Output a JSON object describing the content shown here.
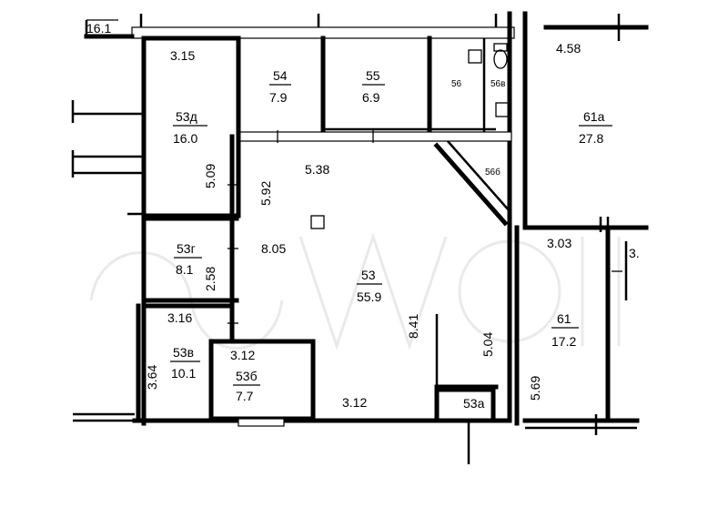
{
  "plan": {
    "rooms": {
      "r53d": {
        "number": "53д",
        "area": "16.0"
      },
      "r54": {
        "number": "54",
        "area": "7.9"
      },
      "r55": {
        "number": "55",
        "area": "6.9"
      },
      "r56": {
        "number": "56"
      },
      "r56v": {
        "number": "56в"
      },
      "r56b": {
        "number": "56б"
      },
      "r61a": {
        "number": "61а",
        "area": "27.8"
      },
      "r53g": {
        "number": "53г",
        "area": "8.1"
      },
      "r53": {
        "number": "53",
        "area": "55.9"
      },
      "r53v": {
        "number": "53в",
        "area": "10.1"
      },
      "r53b": {
        "number": "53б",
        "area": "7.7"
      },
      "r53a": {
        "number": "53а"
      },
      "r61": {
        "number": "61",
        "area": "17.2"
      },
      "r_top_left": {
        "area": "16.1"
      }
    },
    "dimensions": {
      "d_3_15": "3.15",
      "d_4_58": "4.58",
      "d_5_09": "5.09",
      "d_5_92": "5.92",
      "d_5_38": "5.38",
      "d_8_05": "8.05",
      "d_2_58": "2.58",
      "d_3_03": "3.03",
      "d_3_right": "3.",
      "d_8_41": "8.41",
      "d_3_16": "3.16",
      "d_5_04": "5.04",
      "d_3_12_top": "3.12",
      "d_3_64": "3.64",
      "d_3_12_bottom": "3.12",
      "d_5_69": "5.69"
    }
  }
}
